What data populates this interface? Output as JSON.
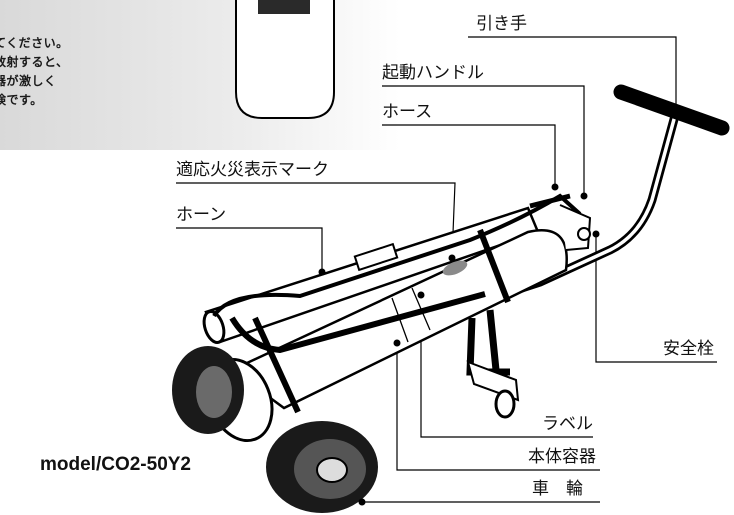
{
  "notice": {
    "lines": [
      "てください。",
      "放射すると、",
      "器が激しく",
      "険です。"
    ]
  },
  "labels": {
    "pull_handle": "引き手",
    "start_handle": "起動ハンドル",
    "hose": "ホース",
    "fire_class_mark": "適応火災表示マーク",
    "horn": "ホーン",
    "safety_pin": "安全栓",
    "label": "ラベル",
    "cylinder_body": "本体容器",
    "wheel": "車　輪"
  },
  "model": "model/CO2-50Y2"
}
